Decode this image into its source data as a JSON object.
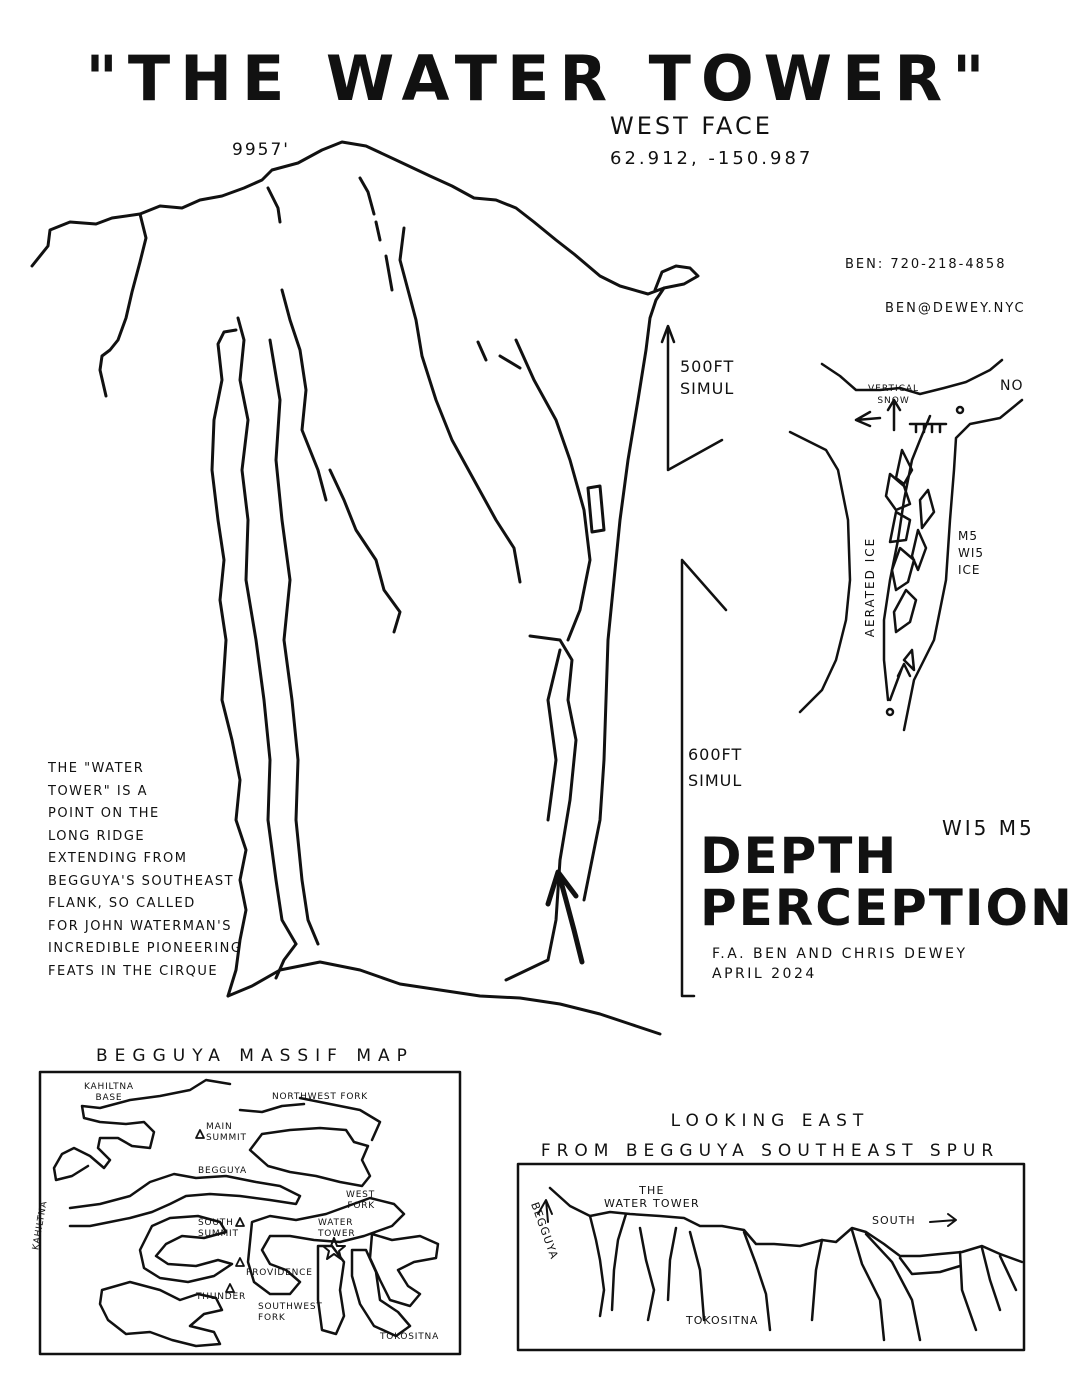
{
  "header": {
    "title": "\"THE WATER TOWER\"",
    "subtitle": "WEST FACE",
    "coordinates": "62.912, -150.987",
    "summit_elevation": "9957'"
  },
  "contact": {
    "phone": "BEN: 720-218-4858",
    "email": "BEN@DEWEY.NYC"
  },
  "pitches": {
    "upper": "500FT\nSIMUL",
    "lower": "600FT\nSIMUL"
  },
  "description": "THE \"WATER\nTOWER\" IS A\nPOINT ON THE\nLONG RIDGE\nEXTENDING FROM\nBEGGUYA'S SOUTHEAST\nFLANK, SO CALLED\nFOR JOHN WATERMAN'S\nINCREDIBLE PIONEERING\nFEATS IN THE CIRQUE",
  "route": {
    "name": "DEPTH\nPERCEPTION",
    "grade": "WI5 M5",
    "first_ascent": "F.A. BEN AND CHRIS DEWEY\nAPRIL 2024"
  },
  "topo_labels": {
    "vertical_snow": "VERTICAL\nSNOW",
    "no": "NO",
    "aerated_ice": "AERATED ICE",
    "m5_wi5_ice": "M5\nWI5\nICE"
  },
  "map": {
    "title": "BEGGUYA MASSIF MAP",
    "labels": {
      "kahiltna_base": "KAHILTNA\nBASE",
      "northwest_fork": "NORTHWEST FORK",
      "main_summit": "MAIN\nSUMMIT",
      "begguya": "BEGGUYA",
      "kahiltna": "KAHILTNA",
      "west_fork": "WEST\nFORK",
      "south_summit": "SOUTH\nSUMMIT",
      "water_tower": "WATER\nTOWER",
      "providence": "PROVIDENCE",
      "thunder": "THUNDER",
      "southwest_fork": "SOUTHWEST\nFORK",
      "tokositna": "TOKOSITNA"
    }
  },
  "view": {
    "title": "LOOKING EAST\nFROM BEGGUYA SOUTHEAST SPUR",
    "labels": {
      "water_tower": "THE\nWATER TOWER",
      "begguya": "BEGGUYA",
      "south": "SOUTH",
      "tokositna": "TOKOSITNA"
    }
  }
}
